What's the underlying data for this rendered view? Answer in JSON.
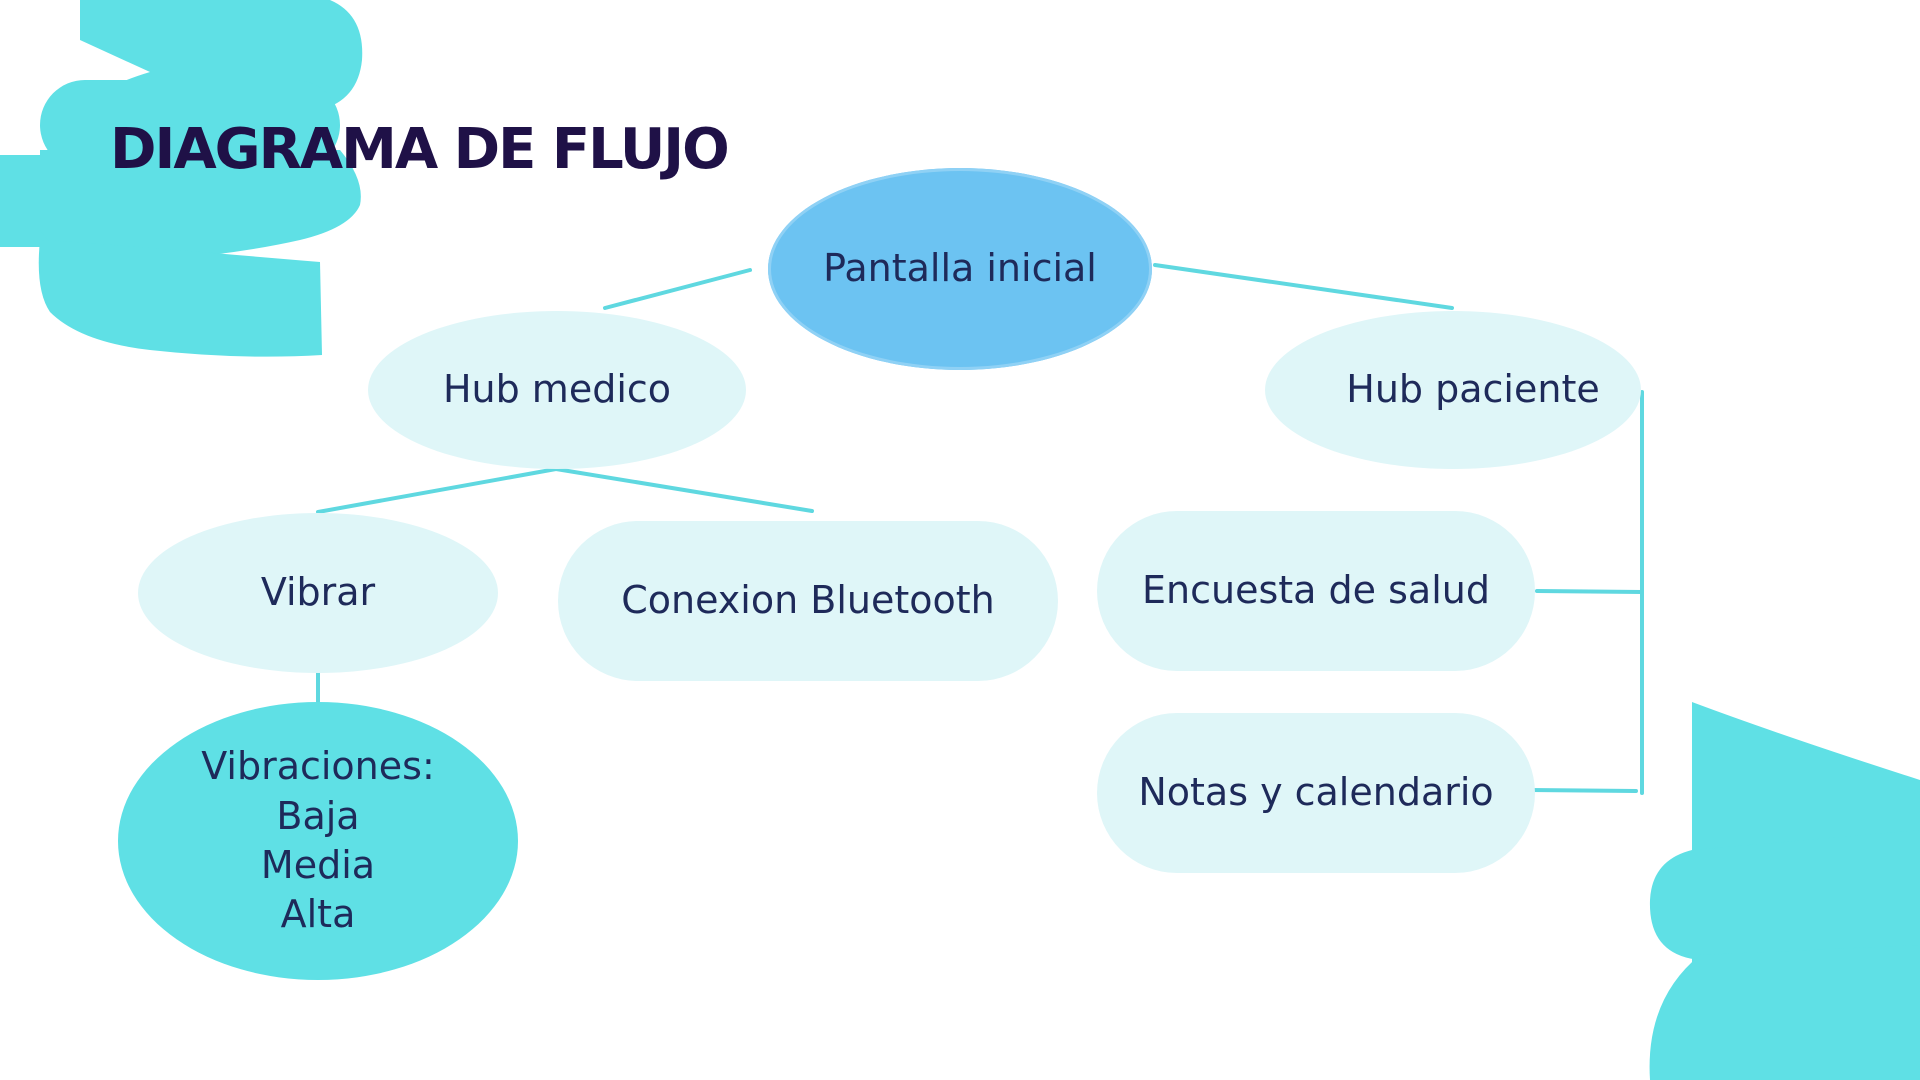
{
  "title": "DIAGRAMA DE FLUJO",
  "colors": {
    "accent": "#5fe0e5",
    "root_node": "#6cc3f2",
    "light_node": "#dff6f8",
    "connector": "#5fd8e0",
    "title_text": "#1f1147",
    "node_text": "#1e2a5a"
  },
  "nodes": {
    "root": "Pantalla inicial",
    "hub_medico": "Hub medico",
    "hub_paciente": "Hub paciente",
    "vibrar": "Vibrar",
    "bluetooth": "Conexion Bluetooth",
    "encuesta": "Encuesta de salud",
    "notas": "Notas y calendario",
    "vibraciones": [
      "Vibraciones:",
      "Baja",
      "Media",
      "Alta"
    ]
  }
}
